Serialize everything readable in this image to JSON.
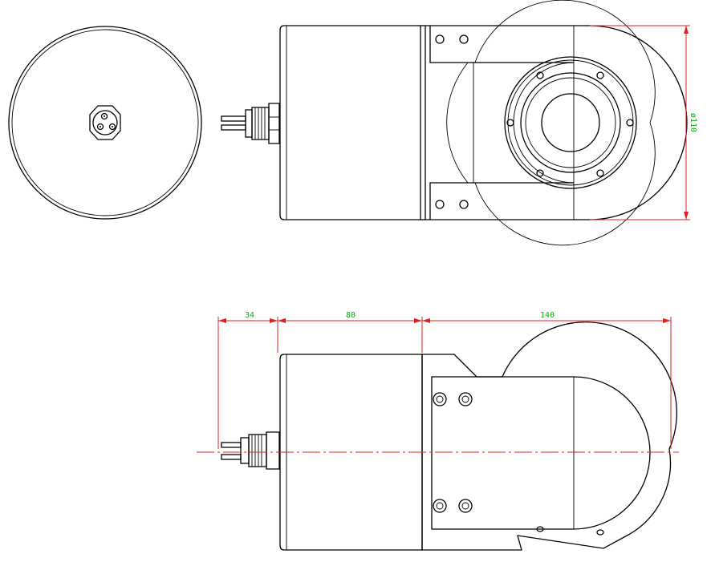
{
  "dimensions": {
    "diameter": "ø110",
    "connector_length": "34",
    "body_length": "80",
    "head_length": "140"
  },
  "colors": {
    "outline": "#000000",
    "dimension_line": "#e0201f",
    "dimension_text": "#00b400",
    "background": "#ffffff"
  }
}
